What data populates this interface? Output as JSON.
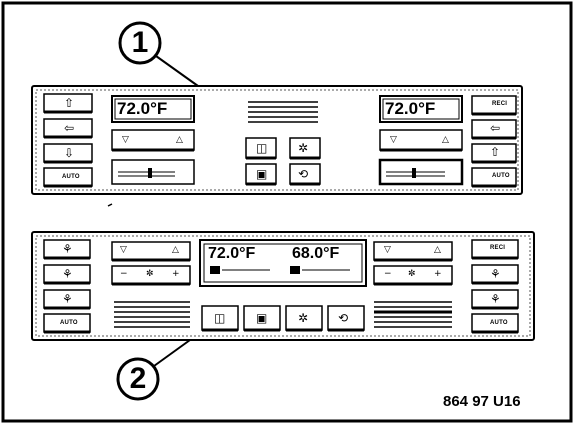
{
  "callouts": {
    "top": "1",
    "bottom": "2"
  },
  "panel1": {
    "left_temp": "72.0°F",
    "right_temp": "72.0°F",
    "right_buttons": [
      "RECI",
      "AUTO"
    ],
    "left_buttons": [
      "AUTO"
    ]
  },
  "panel2": {
    "left_temp": "72.0°F",
    "right_temp": "68.0°F",
    "left_buttons": [
      "AUTO"
    ],
    "right_buttons": [
      "RECI",
      "AUTO"
    ]
  },
  "reference": "864 97 U16"
}
